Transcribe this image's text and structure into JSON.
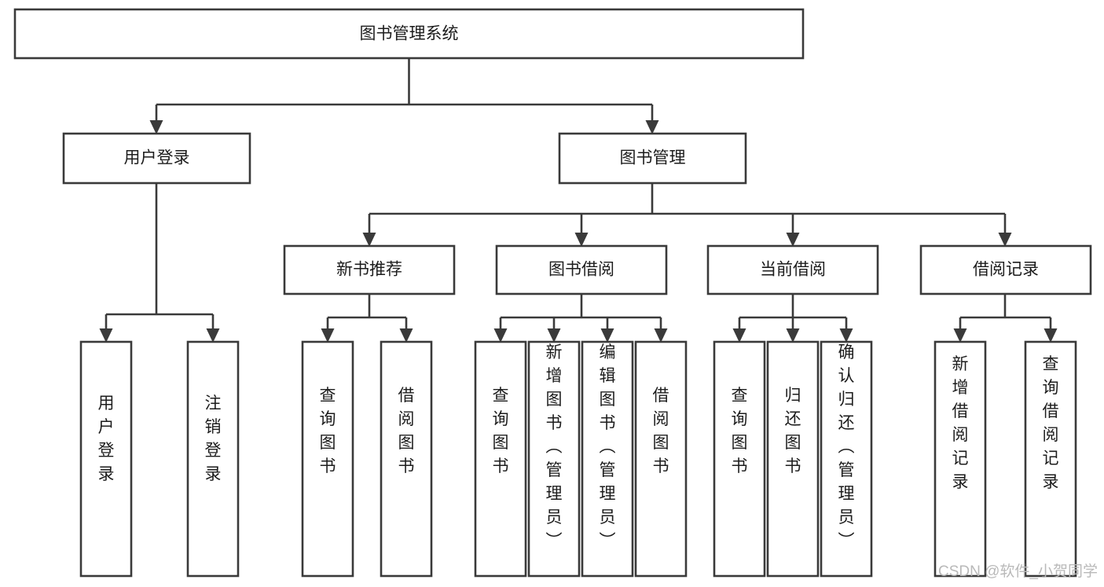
{
  "diagram": {
    "title": "图书管理系统",
    "type": "tree-hierarchy-chart",
    "orientation": "top-down",
    "colors": {
      "background": "#ffffff",
      "box_fill": "#ffffff",
      "stroke": "#3a3a3a",
      "text": "#1c1c1c",
      "watermark": "#b9b9b9"
    }
  },
  "root": {
    "label": "图书管理系统"
  },
  "level2": [
    {
      "label": "用户登录"
    },
    {
      "label": "图书管理"
    }
  ],
  "level3": [
    {
      "label": "新书推荐"
    },
    {
      "label": "图书借阅"
    },
    {
      "label": "当前借阅"
    },
    {
      "label": "借阅记录"
    }
  ],
  "leaves": {
    "user_login": [
      {
        "label": "用户登录"
      },
      {
        "label": "注销登录"
      }
    ],
    "new_book_recommend": [
      {
        "label": "查询图书"
      },
      {
        "label": "借阅图书"
      }
    ],
    "book_borrow": [
      {
        "label": "查询图书"
      },
      {
        "label": "新增图书（管理员）"
      },
      {
        "label": "编辑图书（管理员）"
      },
      {
        "label": "借阅图书"
      }
    ],
    "current_borrow": [
      {
        "label": "查询图书"
      },
      {
        "label": "归还图书"
      },
      {
        "label": "确认归还（管理员）"
      }
    ],
    "borrow_record": [
      {
        "label": "新增借阅记录"
      },
      {
        "label": "查询借阅记录"
      }
    ]
  },
  "watermark": {
    "text": "CSDN @软件_小贺同学"
  }
}
